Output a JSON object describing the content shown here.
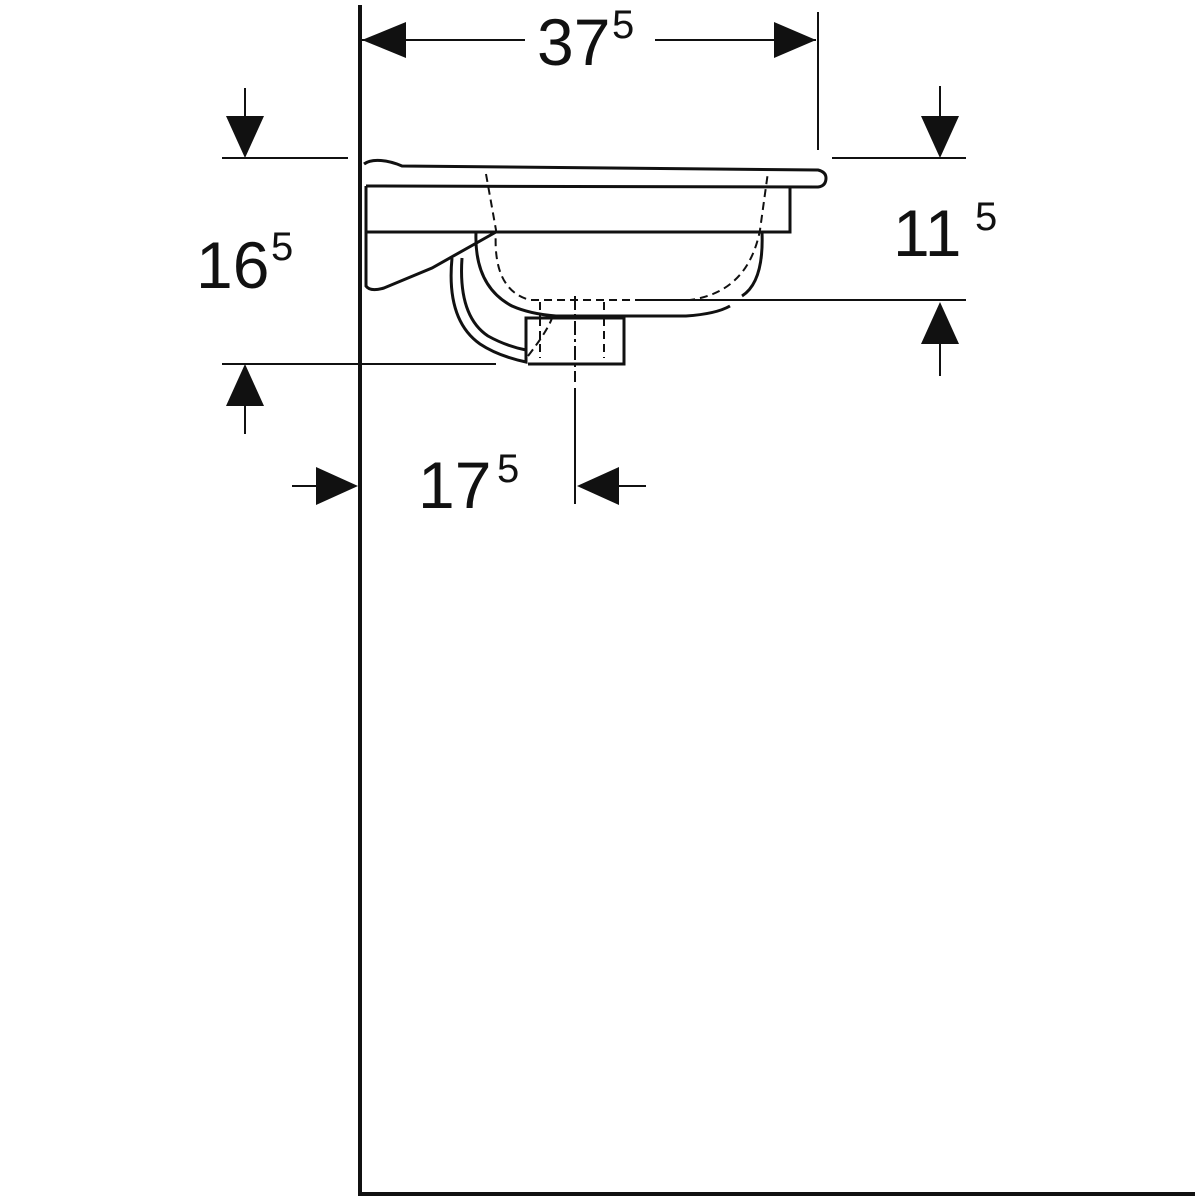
{
  "drawing": {
    "dimensions": {
      "width_top": {
        "main": "37",
        "sup": "5"
      },
      "total_height": {
        "main": "16",
        "sup": "5"
      },
      "bowl_depth": {
        "main": "11",
        "sup": "5"
      },
      "drain_offset": {
        "main": "17",
        "sup": "5"
      }
    }
  }
}
